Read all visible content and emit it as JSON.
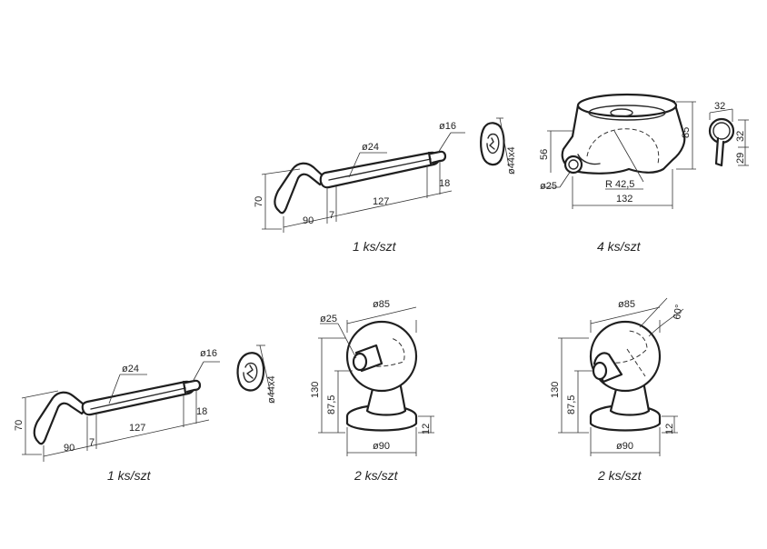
{
  "part1": {
    "d_rod": "ø24",
    "d_tip": "ø16",
    "h": "70",
    "l1": "90",
    "l2": "7",
    "l3": "127",
    "l4": "18",
    "qty": "1 ks/szt"
  },
  "washer1": {
    "size": "ø44x4"
  },
  "base": {
    "h_side": "56",
    "h_total": "85",
    "d_hole": "ø25",
    "radius": "R 42,5",
    "width": "132",
    "qty": "4 ks/szt"
  },
  "pin": {
    "w": "32",
    "h1": "32",
    "h2": "29"
  },
  "part2": {
    "d_rod": "ø24",
    "d_tip": "ø16",
    "h": "70",
    "l1": "90",
    "l2": "7",
    "l3": "127",
    "l4": "18",
    "qty": "1 ks/szt"
  },
  "washer2": {
    "size": "ø44x4"
  },
  "ball1": {
    "d_ball": "ø85",
    "d_hole": "ø25",
    "h": "130",
    "h2": "87,5",
    "d_base": "ø90",
    "t": "12",
    "qty": "2 ks/szt"
  },
  "ball2": {
    "d_ball": "ø85",
    "angle": "60°",
    "h": "130",
    "h2": "87,5",
    "d_base": "ø90",
    "t": "12",
    "qty": "2 ks/szt"
  },
  "colors": {
    "line": "#2a2a2a",
    "grey_fill": "#cfcfcf"
  }
}
